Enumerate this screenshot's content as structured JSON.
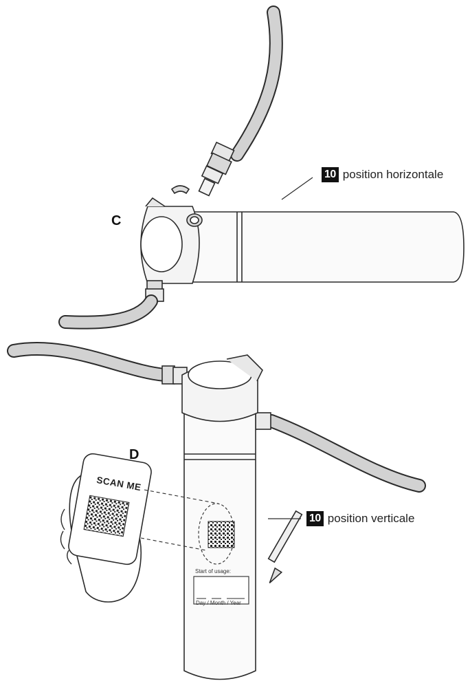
{
  "diagram": {
    "step_c_label": "C",
    "step_d_label": "D",
    "callout_horizontal": {
      "badge": "10",
      "text": "position horizontale"
    },
    "callout_vertical": {
      "badge": "10",
      "text": "position verticale"
    },
    "phone_screen_text": "SCAN ME",
    "label_start_usage": "Start of usage:",
    "label_date_format": "Day / Month / Year"
  },
  "colors": {
    "ink": "#2b2b2b",
    "hose": "#cfcfcf",
    "metal": "#e4e4e4",
    "badge_bg": "#111111",
    "badge_fg": "#ffffff"
  }
}
